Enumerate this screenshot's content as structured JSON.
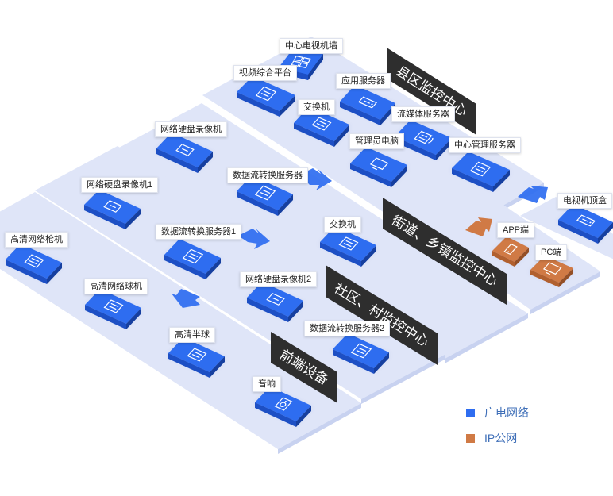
{
  "colors": {
    "platform": "#dfe5f8",
    "platform_side": "#c8d2f0",
    "device_top": "#2e6df0",
    "device_front": "#1d4fc4",
    "device_side": "#163f9f",
    "ip_top": "#d07a45",
    "ip_front": "#b1602f",
    "ip_side": "#944f26",
    "banner": "#2e2e2e",
    "arrow_blue": "#2e6df0",
    "arrow_orange": "#d07a45"
  },
  "banners": {
    "county": "县区监控中心",
    "street": "街道、乡镇监控中心",
    "community": "社区、村监控中心",
    "frontend": "前端设备"
  },
  "devices": {
    "county_tv_wall": "中心电视机墙",
    "county_video_platform": "视频综合平台",
    "county_app_server": "应用服务器",
    "county_switch": "交换机",
    "county_stream_server": "流媒体服务器",
    "county_admin_pc": "管理员电脑",
    "county_center_server": "中心管理服务器",
    "street_nvr": "网络硬盘录像机",
    "street_stream_server": "数据流转换服务器",
    "street_switch": "交换机",
    "comm_nvr1": "网络硬盘录像机1",
    "comm_stream1": "数据流转换服务器1",
    "comm_nvr2": "网络硬盘录像机2",
    "comm_stream2": "数据流转换服务器2",
    "front_gun_camera": "高清网络枪机",
    "front_dome_camera": "高清网络球机",
    "front_half_dome": "高清半球",
    "front_speaker": "音响",
    "stb": "电视机顶盒",
    "app": "APP端",
    "pc": "PC端"
  },
  "legend": {
    "broadcast": "广电网络",
    "ip": "IP公网"
  }
}
